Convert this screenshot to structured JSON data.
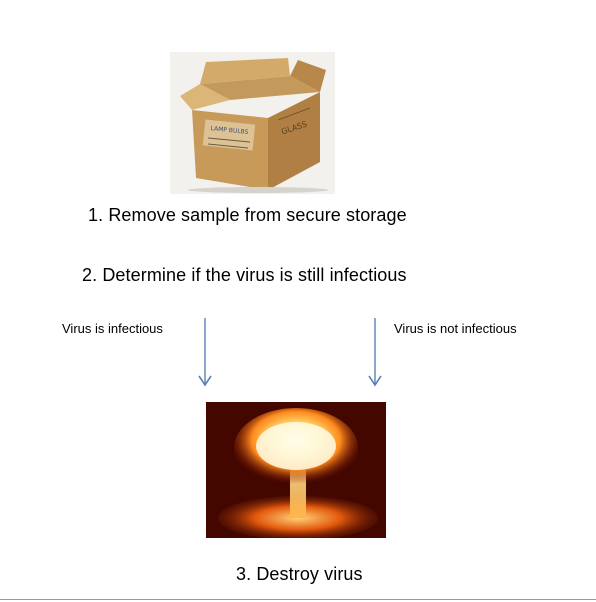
{
  "steps": {
    "step1": "1. Remove sample from secure storage",
    "step2": "2. Determine if the virus is still infectious",
    "step3": "3. Destroy virus"
  },
  "branches": {
    "left": "Virus is infectious",
    "right": "Virus is not infectious"
  },
  "box_label": {
    "line1": "LAMP BULBS",
    "stamp": "GLASS"
  },
  "colors": {
    "arrow": "#5b7fb5",
    "text": "#000000"
  }
}
